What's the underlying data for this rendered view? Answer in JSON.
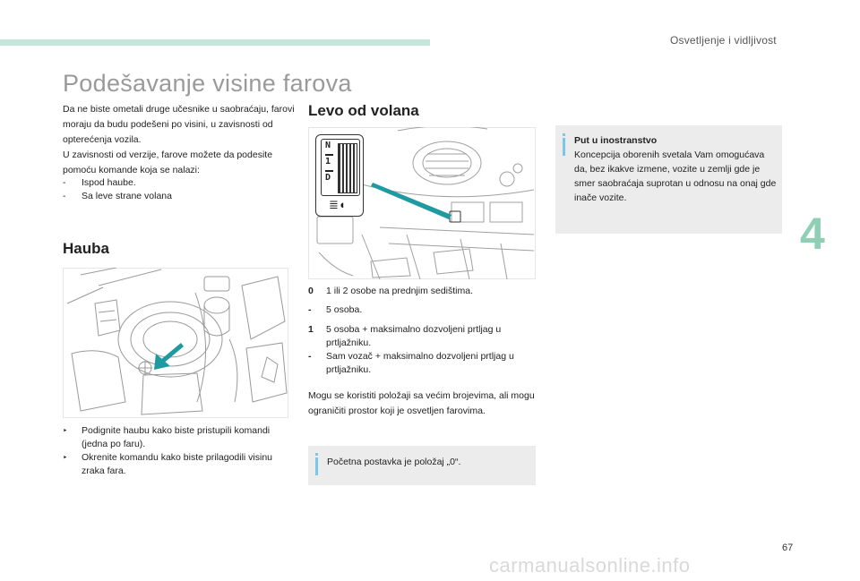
{
  "header": {
    "section": "Osvetljenje i vidljivost",
    "chapter": "4"
  },
  "title": "Podešavanje visine farova",
  "intro": {
    "p1": "Da ne biste ometali druge učesnike u saobraćaju, farovi moraju da budu podešeni po visini, u zavisnosti od opterećenja vozila.",
    "p2": "U zavisnosti od verzije, farove možete da podesite pomoću komande koja se nalazi:",
    "items": [
      {
        "mark": "-",
        "text": "Ispod haube."
      },
      {
        "mark": "-",
        "text": "Sa leve strane volana"
      }
    ]
  },
  "hood": {
    "heading": "Hauba",
    "items": [
      {
        "mark": "",
        "text": "Podignite haubu kako biste pristupili komandi (jedna po faru)."
      },
      {
        "mark": "",
        "text": "Okrenite komandu kako biste prilagodili visinu zraka fara."
      }
    ]
  },
  "lhd": {
    "heading": "Levo od volana",
    "dial": {
      "top_mark": "N",
      "mid_mark": "1",
      "bottom_mark": "D"
    },
    "positions": [
      {
        "key": "0",
        "text": "1 ili 2 osobe na prednjim sedištima."
      },
      {
        "key": "-",
        "text": "5 osoba."
      },
      {
        "key": "1",
        "text": "5 osoba + maksimalno dozvoljeni prtljag u prtljažniku."
      },
      {
        "key": "-",
        "text": "Sam vozač + maksimalno dozvoljeni prtljag u prtljažniku."
      }
    ],
    "note": "Mogu se koristiti položaji sa većim brojevima, ali mogu ograničiti prostor koji je osvetljen farovima.",
    "info": "Početna postavka je položaj „0“."
  },
  "abroad": {
    "title": "Put u inostranstvo",
    "text": "Koncepcija oborenih svetala Vam omogućava da, bez ikakve izmene, vozite u zemlji gde je smer saobraćaja suprotan u odnosu na onaj gde inače vozite."
  },
  "page_number": "67",
  "watermark": "carmanualsonline.info",
  "colors": {
    "accent_green": "#8fd0b5",
    "topbar": "#c5e6da",
    "arrow_teal": "#1e9aa0",
    "info_bar": "#7cc6e8",
    "box_bg": "#ececec"
  }
}
